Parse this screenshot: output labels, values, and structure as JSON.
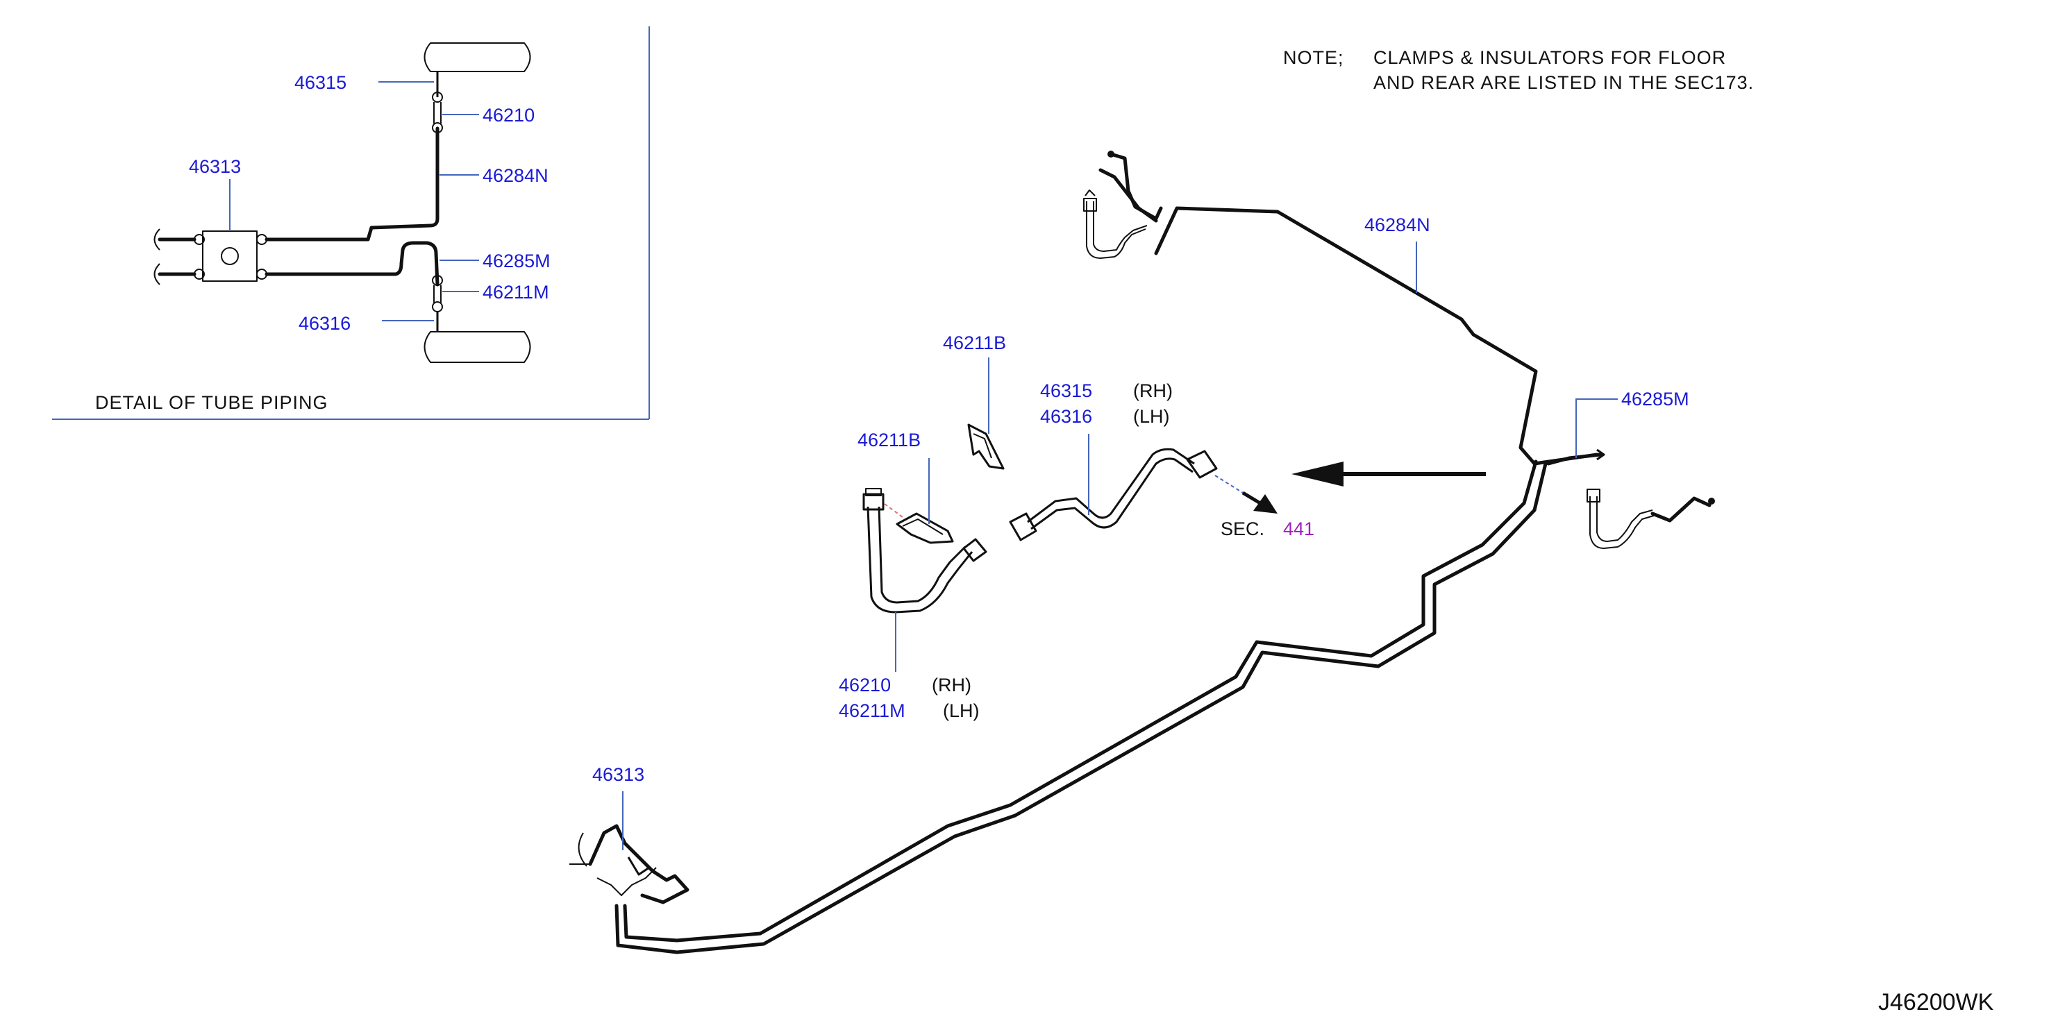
{
  "note": {
    "prefix": "NOTE;",
    "line1": "CLAMPS  &  INSULATORS  FOR  FLOOR",
    "line2": "AND  REAR  ARE  LISTED  IN  THE  SEC173."
  },
  "detail": {
    "title": "DETAIL  OF  TUBE  PIPING",
    "labels": {
      "p46315": "46315",
      "p46210": "46210",
      "p46313": "46313",
      "p46284N": "46284N",
      "p46285M": "46285M",
      "p46211M": "46211M",
      "p46316": "46316"
    }
  },
  "main": {
    "labels": {
      "p46284N": "46284N",
      "p46285M": "46285M",
      "p46211B_a": "46211B",
      "p46211B_b": "46211B",
      "p46315": "46315",
      "p46316": "46316",
      "rh_1": "(RH)",
      "lh_1": "(LH)",
      "p46210": "46210",
      "p46211M": "46211M",
      "rh_2": "(RH)",
      "lh_2": "(LH)",
      "p46313": "46313"
    },
    "sec_prefix": "SEC.",
    "sec_number": "441"
  },
  "diagram_code": "J46200WK",
  "colors": {
    "label": "#1a1ad6",
    "sec_number": "#a020c0",
    "leader": "#4466bb",
    "line": "#111111"
  }
}
